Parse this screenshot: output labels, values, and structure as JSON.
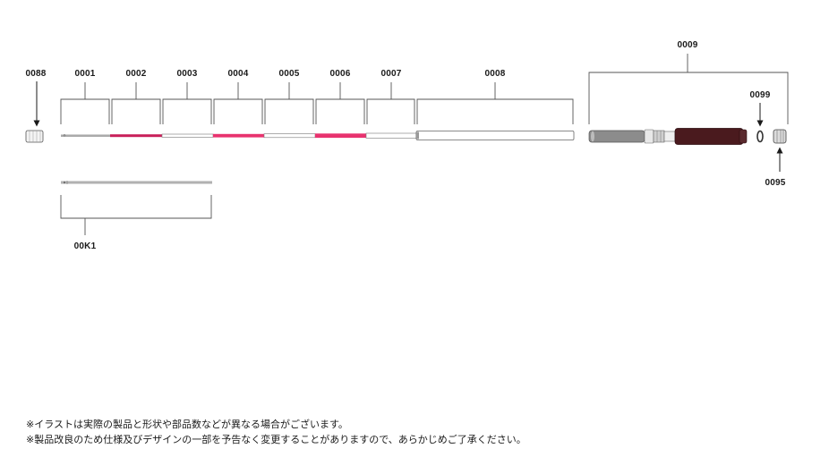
{
  "parts": {
    "p0088": "0088",
    "p0001": "0001",
    "p0002": "0002",
    "p0003": "0003",
    "p0004": "0004",
    "p0005": "0005",
    "p0006": "0006",
    "p0007": "0007",
    "p0008": "0008",
    "p0009": "0009",
    "p0099": "0099",
    "p0095": "0095",
    "p00K1": "00K1"
  },
  "colors": {
    "pink": "#e8336f",
    "crimson": "#c8205a",
    "grip_grey": "#8c8c8c",
    "reel_seat": "#4a1a1e",
    "outline": "#555555"
  },
  "notes": [
    "※イラストは実際の製品と形状や部品数などが異なる場合がございます。",
    "※製品改良のため仕様及びデザインの一部を予告なく変更することがありますので、あらかじめご了承ください。"
  ]
}
